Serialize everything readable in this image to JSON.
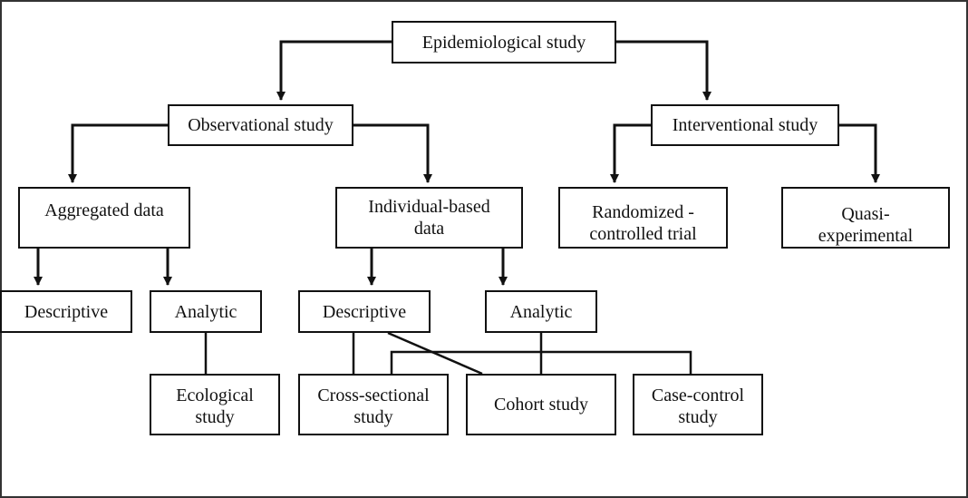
{
  "diagram": {
    "root": "Epidemiological study",
    "observational": "Observational study",
    "interventional": "Interventional study",
    "aggregated": "Aggregated data",
    "individual": "Individual-based\ndata",
    "rct": "Randomized -\ncontrolled trial",
    "quasi": "Quasi-\nexperimental",
    "agg_descriptive": "Descriptive",
    "agg_analytic": "Analytic",
    "ind_descriptive": "Descriptive",
    "ind_analytic": "Analytic",
    "ecological": "Ecological\nstudy",
    "cross_sectional": "Cross-sectional\nstudy",
    "cohort": "Cohort study",
    "case_control": "Case-control\nstudy"
  },
  "colors": {
    "stroke": "#111111",
    "background": "#ffffff"
  }
}
